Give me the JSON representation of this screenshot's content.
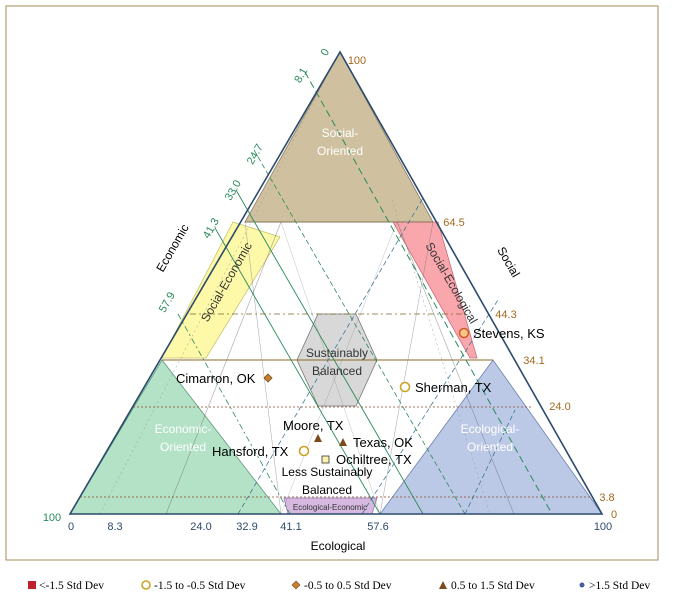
{
  "axes": {
    "left": "Economic",
    "right": "Social",
    "bottom": "Ecological"
  },
  "zones": {
    "social_oriented": [
      "Social-",
      "Oriented"
    ],
    "economic_oriented": [
      "Economic-",
      "Oriented"
    ],
    "ecological_oriented": [
      "Ecological-",
      "Oriented"
    ],
    "social_economic": "Social-Economic",
    "social_ecological": "Social-Ecological",
    "ecological_economic": "Ecological-Economic",
    "sustainably_balanced": [
      "Sustainably",
      "Balanced"
    ],
    "less_sustainably_balanced": [
      "Less Sustainably",
      "Balanced"
    ]
  },
  "ticks": {
    "bottom": [
      "0",
      "8.3",
      "24.0",
      "32.9",
      "41.1",
      "57.6",
      "100"
    ],
    "left": [
      "0",
      "8.1",
      "24.7",
      "33.0",
      "41.3",
      "57.9",
      "100"
    ],
    "right": [
      "100",
      "64.5",
      "44.3",
      "34.1",
      "24.0",
      "3.8",
      "0"
    ]
  },
  "points": [
    {
      "label": "Stevens, KS",
      "marker": "circle"
    },
    {
      "label": "Sherman,  TX",
      "marker": "circle"
    },
    {
      "label": "Cimarron, OK",
      "marker": "diamond"
    },
    {
      "label": "Moore,  TX",
      "marker": "triangle"
    },
    {
      "label": "Texas, OK",
      "marker": "triangle"
    },
    {
      "label": "Hansford, TX",
      "marker": "circle"
    },
    {
      "label": "Ochiltree, TX",
      "marker": "square"
    }
  ],
  "legend": [
    {
      "label": "<-1.5 Std Dev",
      "marker": "square-filled",
      "color": "#c0202a"
    },
    {
      "label": "-1.5 to -0.5 Std Dev",
      "marker": "circle-open",
      "color": "#c9a227"
    },
    {
      "label": "-0.5 to 0.5 Std Dev",
      "marker": "diamond",
      "color": "#c8802a"
    },
    {
      "label": "0.5 to 1.5 Std Dev",
      "marker": "triangle",
      "color": "#7a4a1a"
    },
    {
      "label": ">1.5 Std Dev",
      "marker": "dot",
      "color": "#4a5aa0"
    }
  ],
  "colors": {
    "social_oriented": "#cfc1a0",
    "economic_oriented": "#b3e2c6",
    "ecological_oriented": "#bcc9e6",
    "social_economic": "#fdf9a8",
    "social_ecological": "#f9a7ad",
    "ecological_economic": "#d6b8e0",
    "sustainably_balanced": "#d8d8d8",
    "outer_border": "#a38d57"
  }
}
